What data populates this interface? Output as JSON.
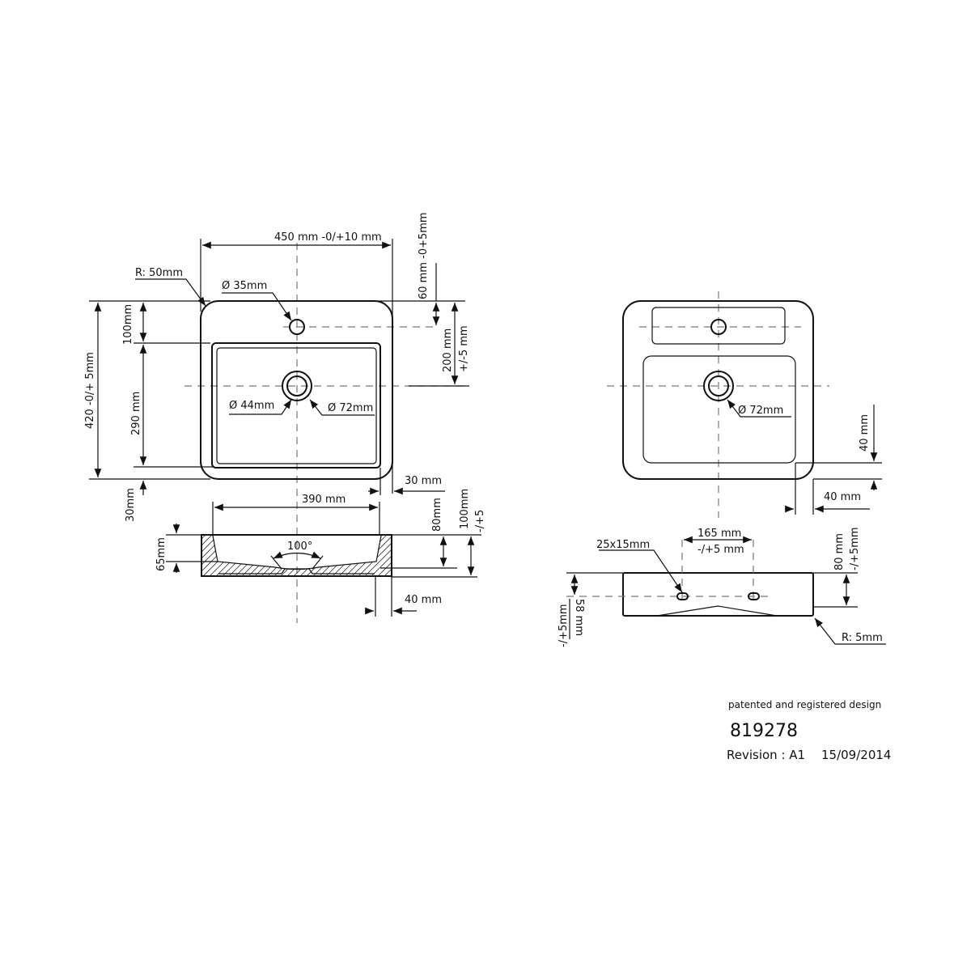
{
  "top_view_left": {
    "width": "450 mm -0/+10 mm",
    "corner_radius": "R: 50mm",
    "tap_hole": "Ø 35mm",
    "height": "420 -0/+ 5mm",
    "to_basin": "100mm",
    "basin_depth": "290 mm",
    "bottom_rim": "30mm",
    "drain_inner": "Ø 44mm",
    "drain_outer": "Ø 72mm",
    "tap_offset": "60 mm  -0+5mm",
    "drain_offset_1": "200 mm",
    "drain_offset_2": "+/-5 mm",
    "side_rim": "30 mm"
  },
  "side_view_left": {
    "basin_width": "390 mm",
    "depth": "65mm",
    "angle": "100°",
    "inner_height": "80mm",
    "total_height_1": "100mm",
    "total_height_2": "-/+5",
    "foot": "40 mm"
  },
  "top_view_right": {
    "drain": "Ø 72mm",
    "rim": "40 mm",
    "edge": "40 mm"
  },
  "side_view_right": {
    "slot": "25x15mm",
    "spacing_1": "165 mm",
    "spacing_2": "-/+5 mm",
    "height_1": "80 mm",
    "height_2": "-/+5mm",
    "slot_height_1": "58 mm",
    "slot_height_2": "-/+5mm",
    "radius": "R: 5mm"
  },
  "title_block": {
    "note": "patented and registered design",
    "number": "819278",
    "revision": "Revision : A1",
    "date": "15/09/2014"
  }
}
